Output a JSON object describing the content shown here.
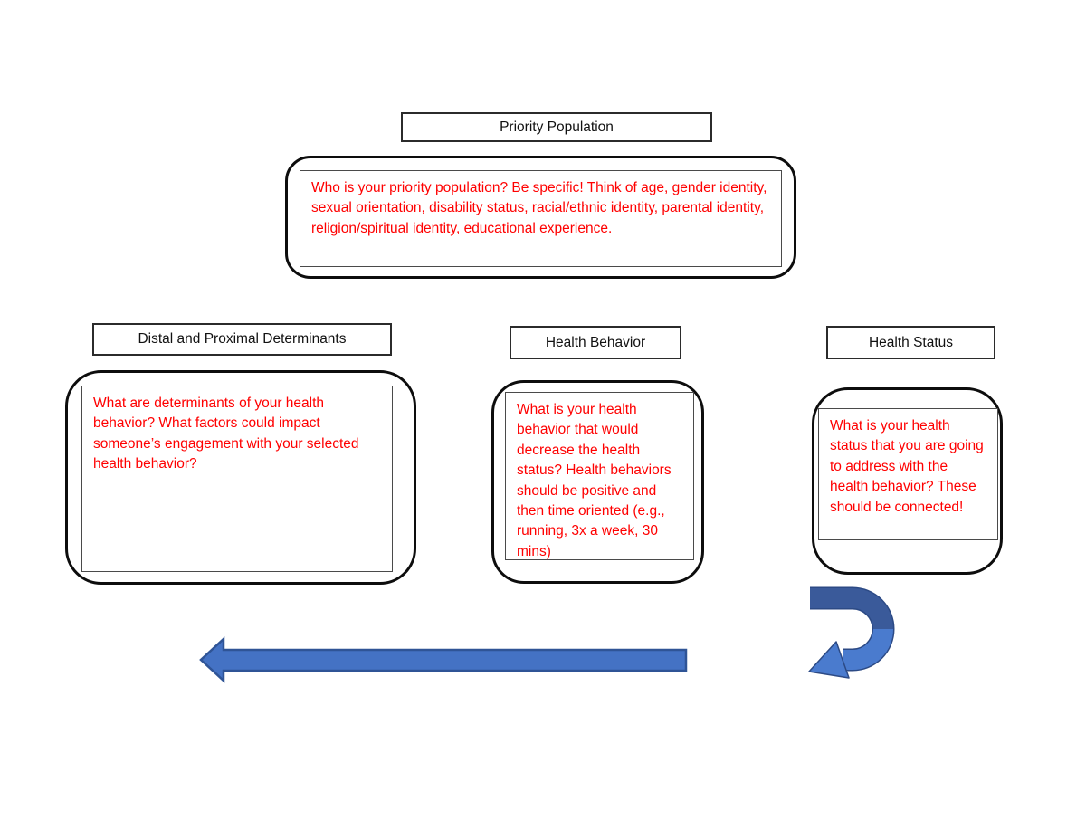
{
  "diagram": {
    "kind": "health-program-planning-flow",
    "nodes": {
      "priority": {
        "title": "Priority Population",
        "note": "Who is your priority population? Be specific! Think of age, gender identity, sexual orientation, disability status, racial/ethnic identity, parental identity, religion/spiritual identity, educational experience."
      },
      "determinants": {
        "title": "Distal and Proximal Determinants",
        "note": "What are determinants of your health behavior? What factors could impact someone’s engagement with your selected health behavior?"
      },
      "behavior": {
        "title": "Health Behavior",
        "note": "What is your health behavior that would decrease the health status? Health behaviors should be positive and then time oriented (e.g., running, 3x a week, 30 mins)"
      },
      "status": {
        "title": "Health Status",
        "note": "What is your health status that you are going to address with the health behavior? These should be connected!"
      }
    },
    "connectors": {
      "left_block_arrow": "points left from Health Behavior area toward Distal and Proximal Determinants",
      "u_turn_arrow": "curves from under Health Status back toward the left arrow"
    },
    "colors": {
      "note_text": "#ff0000",
      "shape_border": "#0d0d0d",
      "arrow_fill": "#4472c4",
      "arrow_outline": "#2f5496",
      "curve_dark": "#3a5a9a",
      "curve_light": "#4a7bce"
    }
  }
}
